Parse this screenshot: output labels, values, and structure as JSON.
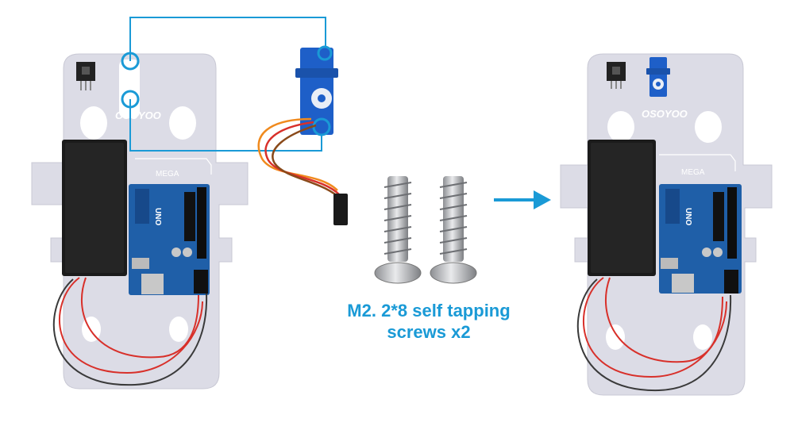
{
  "brand": "OSOYOO",
  "board_label": "MEGA",
  "uno_label": "UNO",
  "caption": {
    "line1": "M2. 2*8 self tapping",
    "line2": "screws x2"
  },
  "colors": {
    "accent": "#1a9ad6",
    "plate": "#dcdce6",
    "board": "#1f5fa8",
    "battery": "#1b1b1b",
    "servo": "#1e5fc8",
    "wire_red": "#d8302a",
    "wire_dark": "#3a3a3a",
    "wire_orange": "#f08a1e",
    "wire_brown": "#8a4a1a"
  }
}
